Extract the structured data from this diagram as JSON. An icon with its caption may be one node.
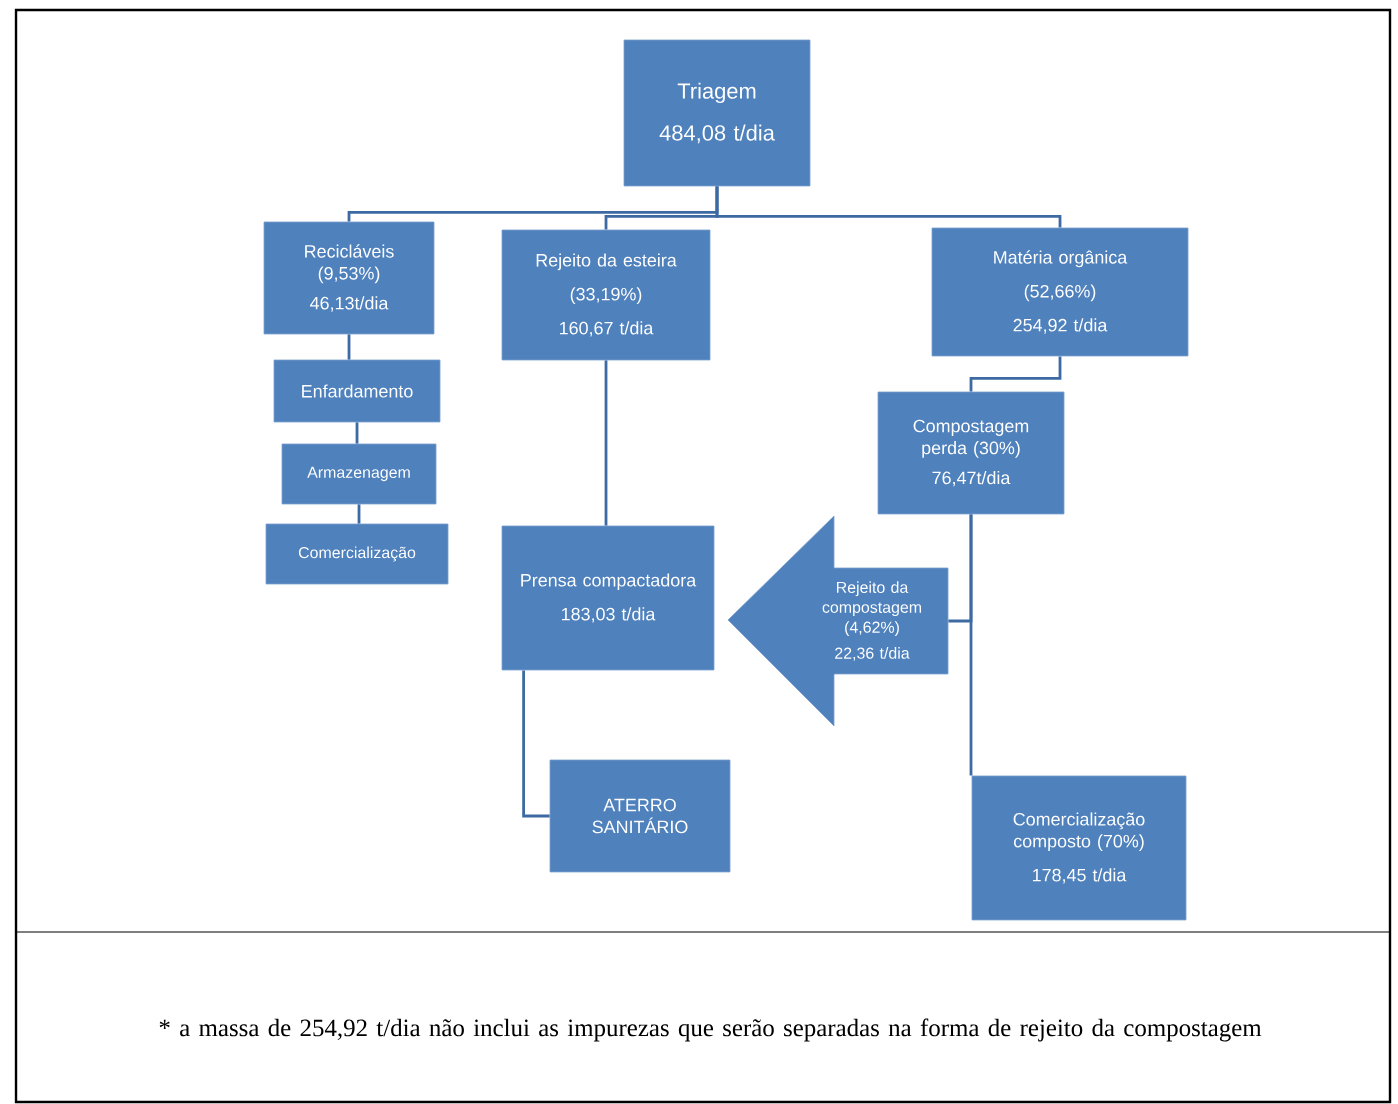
{
  "diagram": {
    "nodes": [
      {
        "text": [
          "Triagem",
          "484,08 t/dia"
        ]
      },
      {
        "text": [
          "Recicláveis (9,53%)",
          "46,13t/dia"
        ]
      },
      {
        "text": [
          "Rejeito da esteira",
          "(33,19%)",
          "160,67 t/dia"
        ]
      },
      {
        "text": [
          "Matéria orgânica",
          "(52,66%)",
          "254,92 t/dia"
        ]
      },
      {
        "text": [
          "Enfardamento"
        ]
      },
      {
        "text": [
          "Armazenagem"
        ]
      },
      {
        "text": [
          "Comercialização"
        ]
      },
      {
        "text": [
          "Compostagem perda (30%)",
          "76,47t/dia"
        ]
      },
      {
        "text": [
          "Prensa compactadora",
          "183,03 t/dia"
        ]
      },
      {
        "text": [
          "Rejeito da compostagem (4,62%)",
          "22,36 t/dia"
        ]
      },
      {
        "text": [
          "ATERRO SANITÁRIO"
        ]
      },
      {
        "text": [
          "Comercialização composto (70%)",
          "178,45 t/dia"
        ]
      }
    ],
    "edges": [
      {
        "from": 0,
        "to": 1,
        "arrow": "none"
      },
      {
        "from": 0,
        "to": 2,
        "arrow": "none"
      },
      {
        "from": 0,
        "to": 3,
        "arrow": "none"
      },
      {
        "from": 1,
        "to": 4,
        "arrow": "none"
      },
      {
        "from": 4,
        "to": 5,
        "arrow": "none"
      },
      {
        "from": 5,
        "to": 6,
        "arrow": "none"
      },
      {
        "from": 2,
        "to": 8,
        "arrow": "none"
      },
      {
        "from": 3,
        "to": 7,
        "arrow": "none"
      },
      {
        "from": 7,
        "to": 11,
        "arrow": "none"
      },
      {
        "from": 7,
        "to": 9,
        "arrow": "none"
      },
      {
        "from": 8,
        "to": 10,
        "arrow": "none"
      }
    ],
    "labels": [
      "* a massa de 254,92 t/dia não inclui as impurezas que serão separadas na forma de rejeito da compostagem"
    ]
  }
}
